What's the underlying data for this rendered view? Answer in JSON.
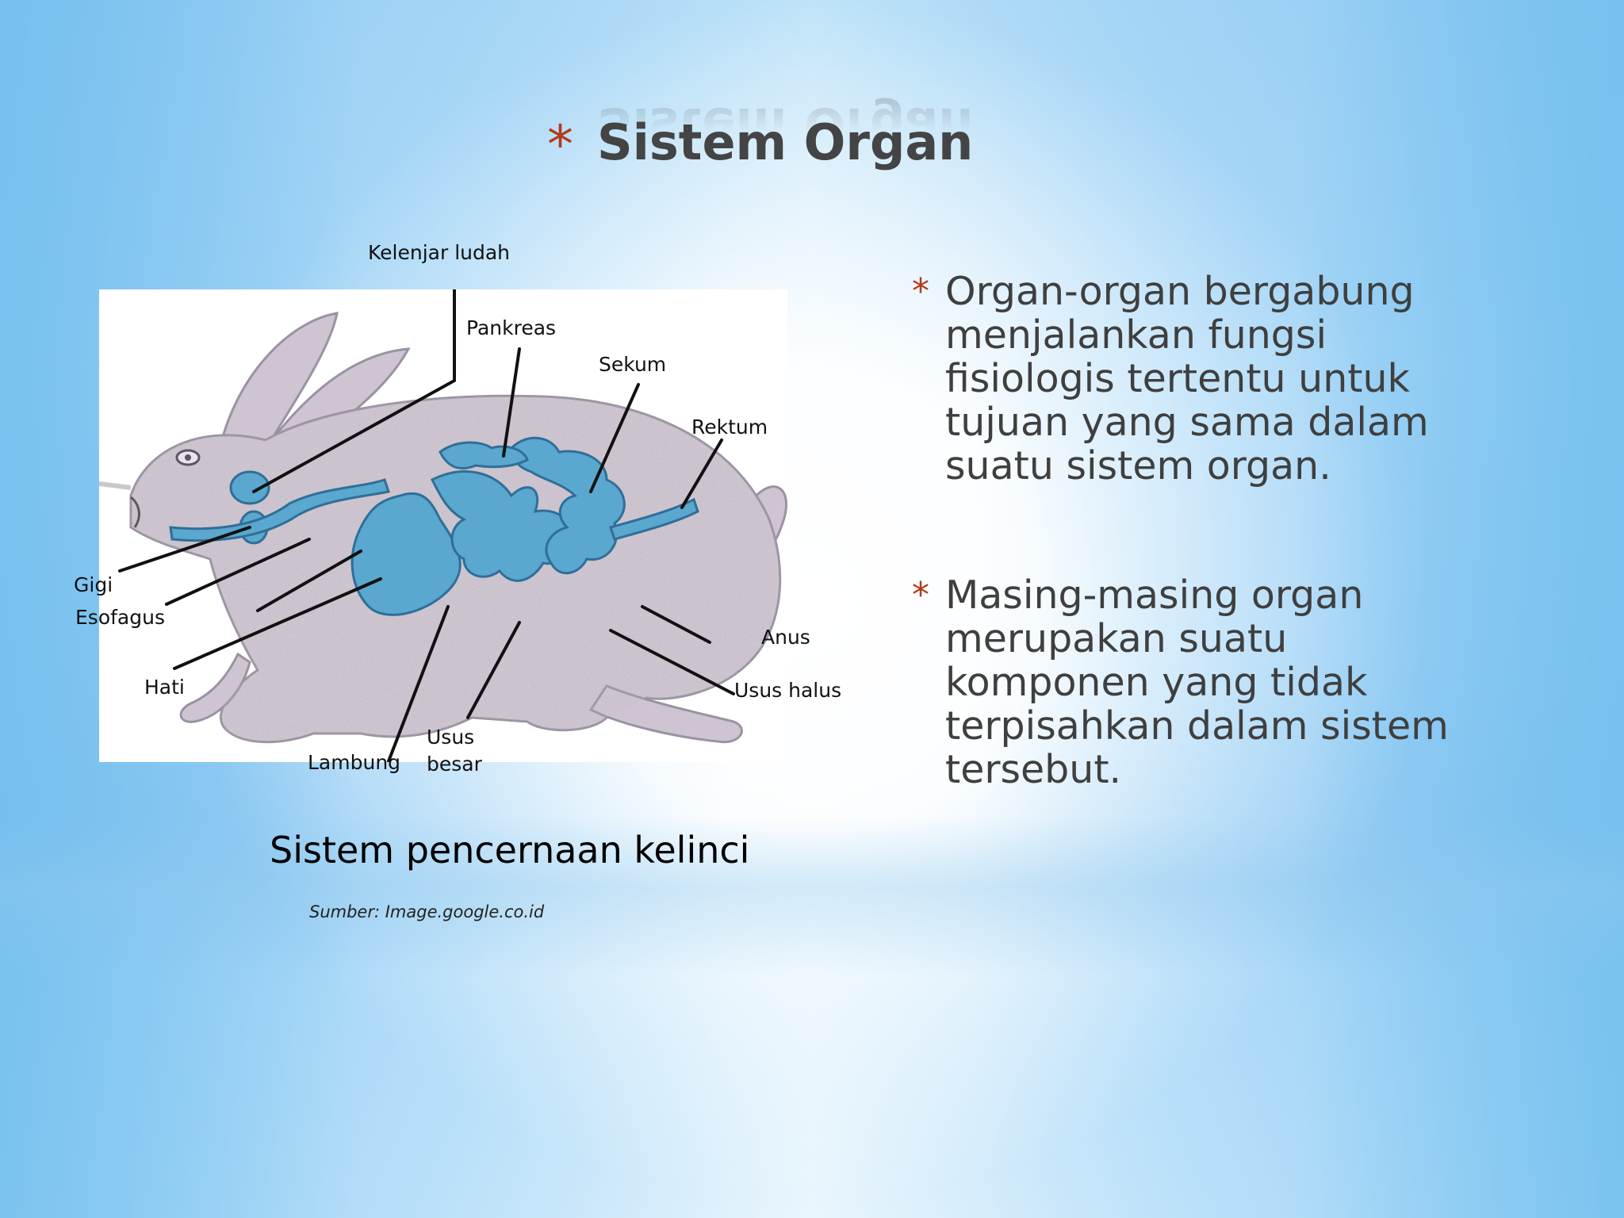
{
  "slide": {
    "title": "Sistem Organ",
    "title_bullet": "*",
    "accent_color": "#b33a1b",
    "text_color": "#3f3f3f"
  },
  "figure": {
    "caption": "Sistem pencernaan kelinci",
    "source": "Sumber: Image.google.co.id",
    "labels": {
      "kelenjar_ludah": "Kelenjar ludah",
      "pankreas": "Pankreas",
      "sekum": "Sekum",
      "rektum": "Rektum",
      "gigi": "Gigi",
      "esofagus": "Esofagus",
      "hati": "Hati",
      "anus": "Anus",
      "usus_halus": "Usus halus",
      "lambung": "Lambung",
      "usus_besar_1": "Usus",
      "usus_besar_2": "besar"
    }
  },
  "bullets": [
    {
      "marker": "*",
      "lines": [
        "Organ-organ bergabung",
        "menjalankan fungsi",
        "fisiologis tertentu untuk",
        "tujuan yang sama dalam",
        "suatu sistem organ."
      ]
    },
    {
      "marker": "*",
      "lines": [
        "Masing-masing organ",
        "merupakan suatu",
        "komponen yang tidak",
        "terpisahkan dalam sistem",
        "tersebut."
      ]
    }
  ]
}
